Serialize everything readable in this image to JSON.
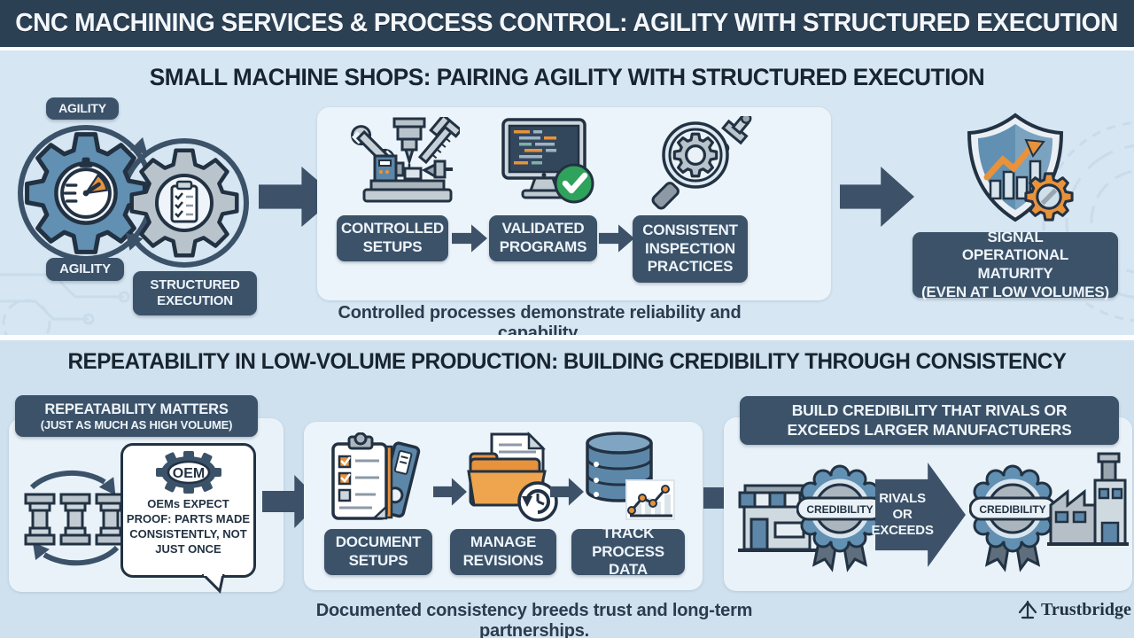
{
  "colors": {
    "banner_bg": "#2C4054",
    "section1_bg": "#D6E6F2",
    "section2_bg": "#CFE1EE",
    "panel_bg": "#ECF4FB",
    "pill_bg": "#3B5269",
    "arrow": "#3D5269",
    "accent_blue": "#6190B2",
    "accent_orange": "#E8923C",
    "accent_green": "#2FA25C",
    "outline": "#223243"
  },
  "banner": {
    "title": "CNC MACHINING SERVICES & PROCESS CONTROL: AGILITY WITH STRUCTURED EXECUTION"
  },
  "section1": {
    "title": "SMALL MACHINE SHOPS: PAIRING AGILITY WITH STRUCTURED EXECUTION",
    "agility_loop": {
      "label_top": "AGILITY",
      "label_bottom": "AGILITY",
      "label_structured": "STRUCTURED EXECUTION"
    },
    "process_steps": [
      {
        "label": "CONTROLLED SETUPS",
        "icon": "machine-tools-icon"
      },
      {
        "label": "VALIDATED PROGRAMS",
        "icon": "code-monitor-check-icon"
      },
      {
        "label": "CONSISTENT INSPECTION PRACTICES",
        "icon": "magnifier-gear-micrometer-icon"
      }
    ],
    "caption": "Controlled processes demonstrate reliability and capability.",
    "outcome": {
      "line1": "SIGNAL OPERATIONAL MATURITY",
      "line2": "(EVEN AT LOW VOLUMES)",
      "icon": "shield-growth-gear-icon"
    }
  },
  "section2": {
    "title": "REPEATABILITY IN LOW-VOLUME PRODUCTION: BUILDING CREDIBILITY THROUGH CONSISTENCY",
    "repeatability": {
      "header_line1": "REPEATABILITY MATTERS",
      "header_line2": "(JUST AS MUCH AS HIGH VOLUME)",
      "oem_badge": "OEM",
      "bubble_text": "OEMs EXPECT PROOF: PARTS MADE CONSISTENTLY, NOT JUST ONCE",
      "icon": "parts-cycle-icon"
    },
    "process_steps": [
      {
        "label": "DOCUMENT SETUPS",
        "icon": "clipboard-binder-icon"
      },
      {
        "label": "MANAGE REVISIONS",
        "icon": "folder-revision-icon"
      },
      {
        "label": "TRACK PROCESS DATA",
        "icon": "database-chart-icon"
      }
    ],
    "credibility": {
      "header_line1": "BUILD CREDIBILITY THAT RIVALS OR",
      "header_line2": "EXCEEDS LARGER MANUFACTURERS",
      "badge_left": "CREDIBILITY",
      "badge_right": "CREDIBILITY",
      "arrow_lines": [
        "RIVALS",
        "OR",
        "EXCEEDS"
      ],
      "icons": [
        "storefront-icon",
        "rosette-badge-icon",
        "factory-icon"
      ]
    },
    "caption": "Documented consistency breeds trust and long-term partnerships."
  },
  "footer": {
    "brand": "Trustbridge",
    "brand_icon": "bridge-tower-icon"
  }
}
